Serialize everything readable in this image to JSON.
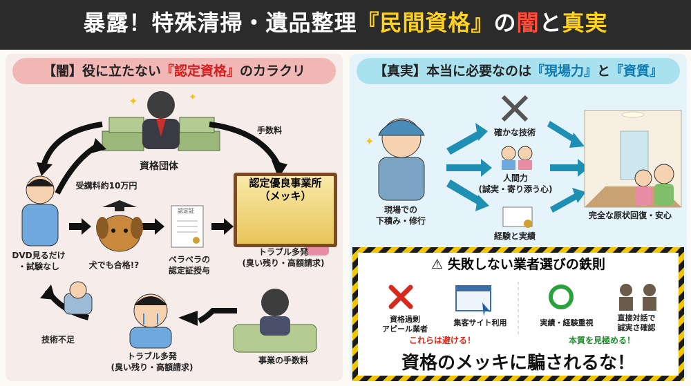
{
  "title": {
    "part1": "暴露！特殊清掃・遺品整理",
    "part2": "『民間資格』",
    "part3": "の",
    "part4": "闇",
    "part5": "と",
    "part6": "真実"
  },
  "left": {
    "heading_pre": "【闇】役に立たない",
    "heading_em": "『認定資格』",
    "heading_post": "のカラクリ",
    "org": "資格団体",
    "fee": "手数料",
    "tuition": "受講料約10万円",
    "cert_title": "認定優良事業所\n（メッキ）",
    "learner": "DVD見るだけ\n・試験なし",
    "dog": "犬でも合格!?",
    "paper_cert": "ペラペラの\n認定証授与",
    "paper_label": "認定証",
    "trouble_right": "トラブル多発\n(臭い残り・高額請求)",
    "trouble_bottom": "トラブル多発\n(臭い残り・高額請求)",
    "lack_skill": "技術不足",
    "biz_fee": "事業の手数料"
  },
  "right": {
    "heading_pre": "【真実】本当に必要なのは",
    "heading_em1": "『現場力』",
    "heading_mid": "と",
    "heading_em2": "『資質』",
    "worker": "現場での\n下積み・修行",
    "skill": "確かな技術",
    "people": "人間力\n(誠実・寄り添う心)",
    "exp": "経験と実績",
    "result": "完全な原状回復・安心",
    "rules_title": "失敗しない業者選びの鉄則",
    "bad1": "資格過剰\nアピール業者",
    "bad2": "集客サイト利用",
    "bad_note": "これらは避ける！",
    "good1": "実績・経験重視",
    "good2": "直接対話で\n誠実さ確認",
    "good_note": "本質を見極める！",
    "slogan": "資格のメッキに騙されるな！"
  }
}
